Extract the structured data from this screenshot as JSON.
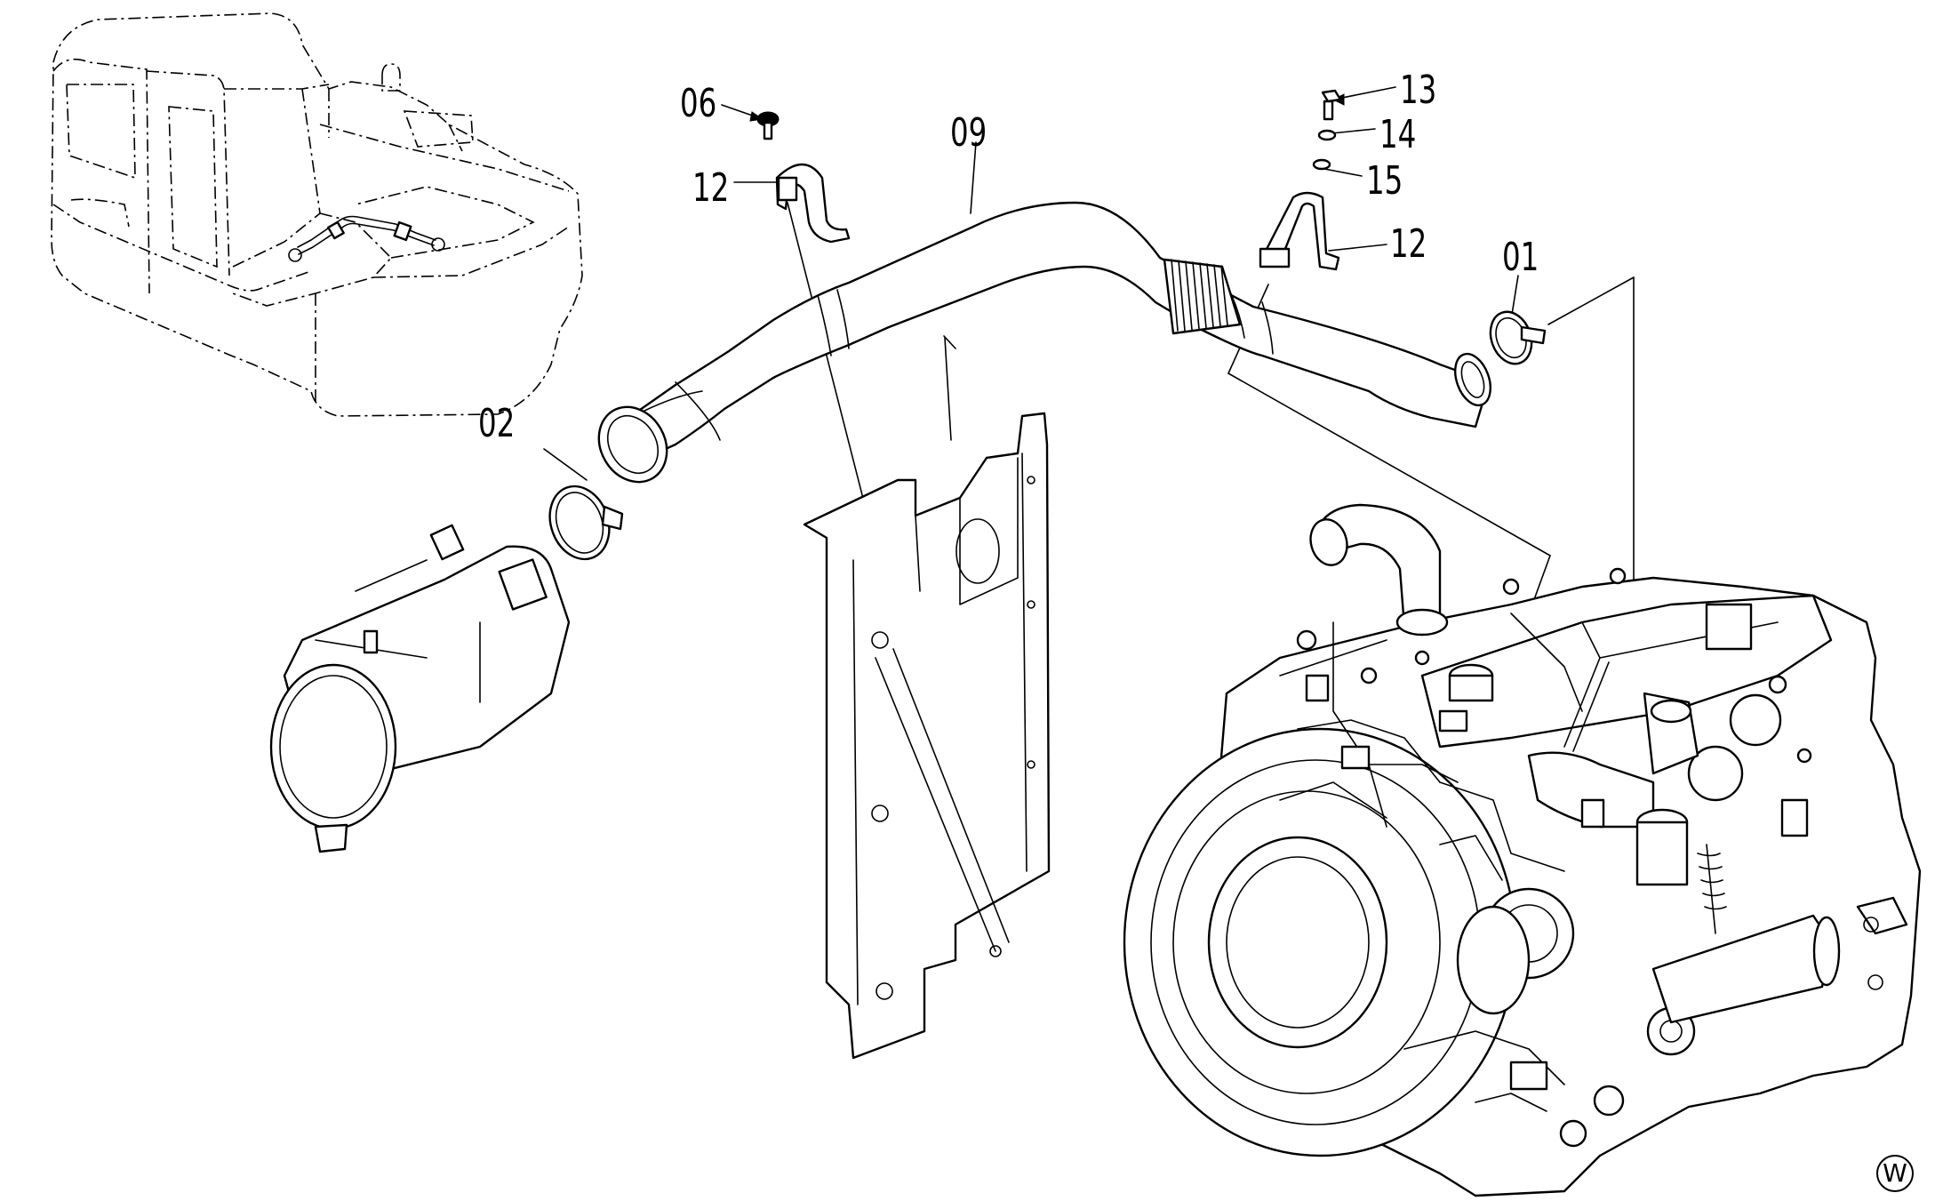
{
  "callouts": {
    "c01": "01",
    "c02": "02",
    "c06": "06",
    "c09": "09",
    "c12a": "12",
    "c12b": "12",
    "c13": "13",
    "c14": "14",
    "c15": "15"
  },
  "corner_mark": "W"
}
